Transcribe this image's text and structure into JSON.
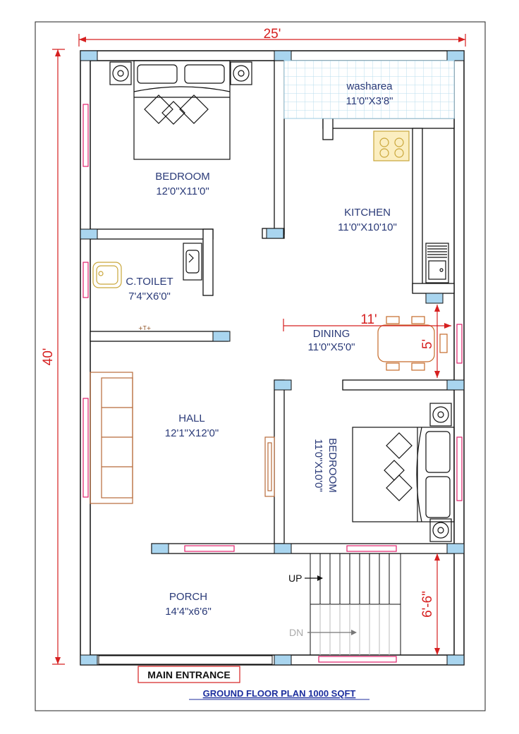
{
  "dimensions": {
    "width": "25'",
    "height": "40'",
    "dining_width": "11'",
    "dining_depth": "5'",
    "stair_depth": "6'-6\""
  },
  "rooms": {
    "bedroom1": {
      "name": "BEDROOM",
      "size": "12'0\"X11'0\""
    },
    "washarea": {
      "name": "washarea",
      "size": "11'0\"X3'8\""
    },
    "kitchen": {
      "name": "KITCHEN",
      "size": "11'0\"X10'10\""
    },
    "toilet": {
      "name": "C.TOILET",
      "size": "7'4\"X6'0\""
    },
    "dining": {
      "name": "DINING",
      "size": "11'0\"X5'0\""
    },
    "hall": {
      "name": "HALL",
      "size": "12'1\"X12'0\""
    },
    "bedroom2": {
      "name": "BEDROOM",
      "size": "11'0\"X10'0\""
    },
    "porch": {
      "name": "PORCH",
      "size": "14'4\"x6'6\""
    }
  },
  "stairs": {
    "up": "UP",
    "down": "DN"
  },
  "labels": {
    "main_entrance": "MAIN ENTRANCE",
    "title": "GROUND FLOOR PLAN 1000 SQFT"
  },
  "colors": {
    "wall": "#111111",
    "column": "#a9d5ef",
    "dimension": "#d62020",
    "room_text": "#2a3a78",
    "furniture": "#b86a3a",
    "window": "#e0206a",
    "title": "#1c2e9e"
  }
}
